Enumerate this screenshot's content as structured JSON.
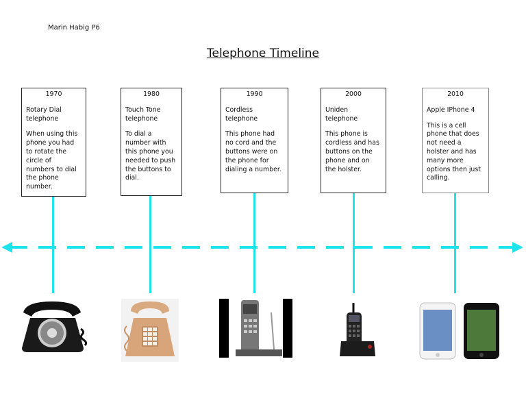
{
  "author": "Marin Habig P6",
  "title": "Telephone Timeline",
  "colors": {
    "timeline": "#1ee3ea"
  },
  "events": [
    {
      "year": "1970",
      "name": "Rotary Dial telephone",
      "description": "When using this phone you had to rotate the circle of numbers to dial the phone number.",
      "image": "rotary-phone"
    },
    {
      "year": "1980",
      "name": "Touch Tone telephone",
      "description": "To dial a number with this phone you needed to push the buttons to dial.",
      "image": "touch-tone-phone"
    },
    {
      "year": "1990",
      "name": "Cordless telephone",
      "description": "This phone had no cord and the buttons were on the phone for dialing a number.",
      "image": "cordless-phone"
    },
    {
      "year": "2000",
      "name": "Uniden telephone",
      "description": "This phone is cordless and has buttons on the phone and on the holster.",
      "image": "uniden-phone"
    },
    {
      "year": "2010",
      "name": "Apple IPhone 4",
      "description": "This is a cell phone that does not need a holster and has many more options then just calling.",
      "image": "iphone-4"
    }
  ]
}
